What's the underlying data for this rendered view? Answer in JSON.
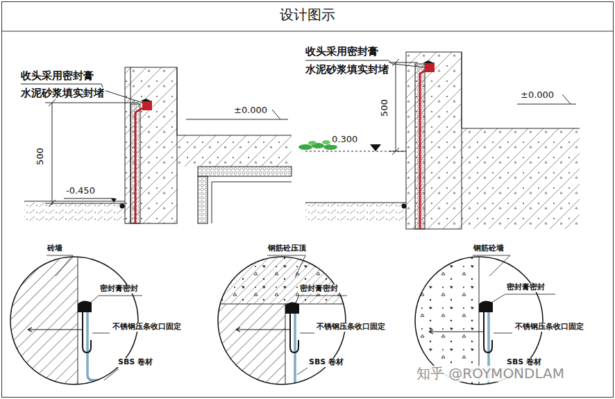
{
  "diagram": {
    "title": "设计图示",
    "labels": [
      "收头采用密封膏",
      "水泥砂浆填实封堵",
      "500",
      "-0.450",
      "±0.000",
      "收头采用密封膏",
      "水泥砂浆填实封堵",
      "500",
      "0.300",
      "±0.000",
      "砖墙",
      "密封膏密封",
      "不锈钢压条收口固定",
      "SBS 卷材",
      "钢筋砼压顶",
      "密封膏密封",
      "不锈钢压条收口固定",
      "SBS 卷材",
      "钢筋砼墙",
      "密封膏密封",
      "不锈钢压条收口固定",
      "SBS 卷材",
      "知乎 @ROYMONDLAM"
    ]
  }
}
